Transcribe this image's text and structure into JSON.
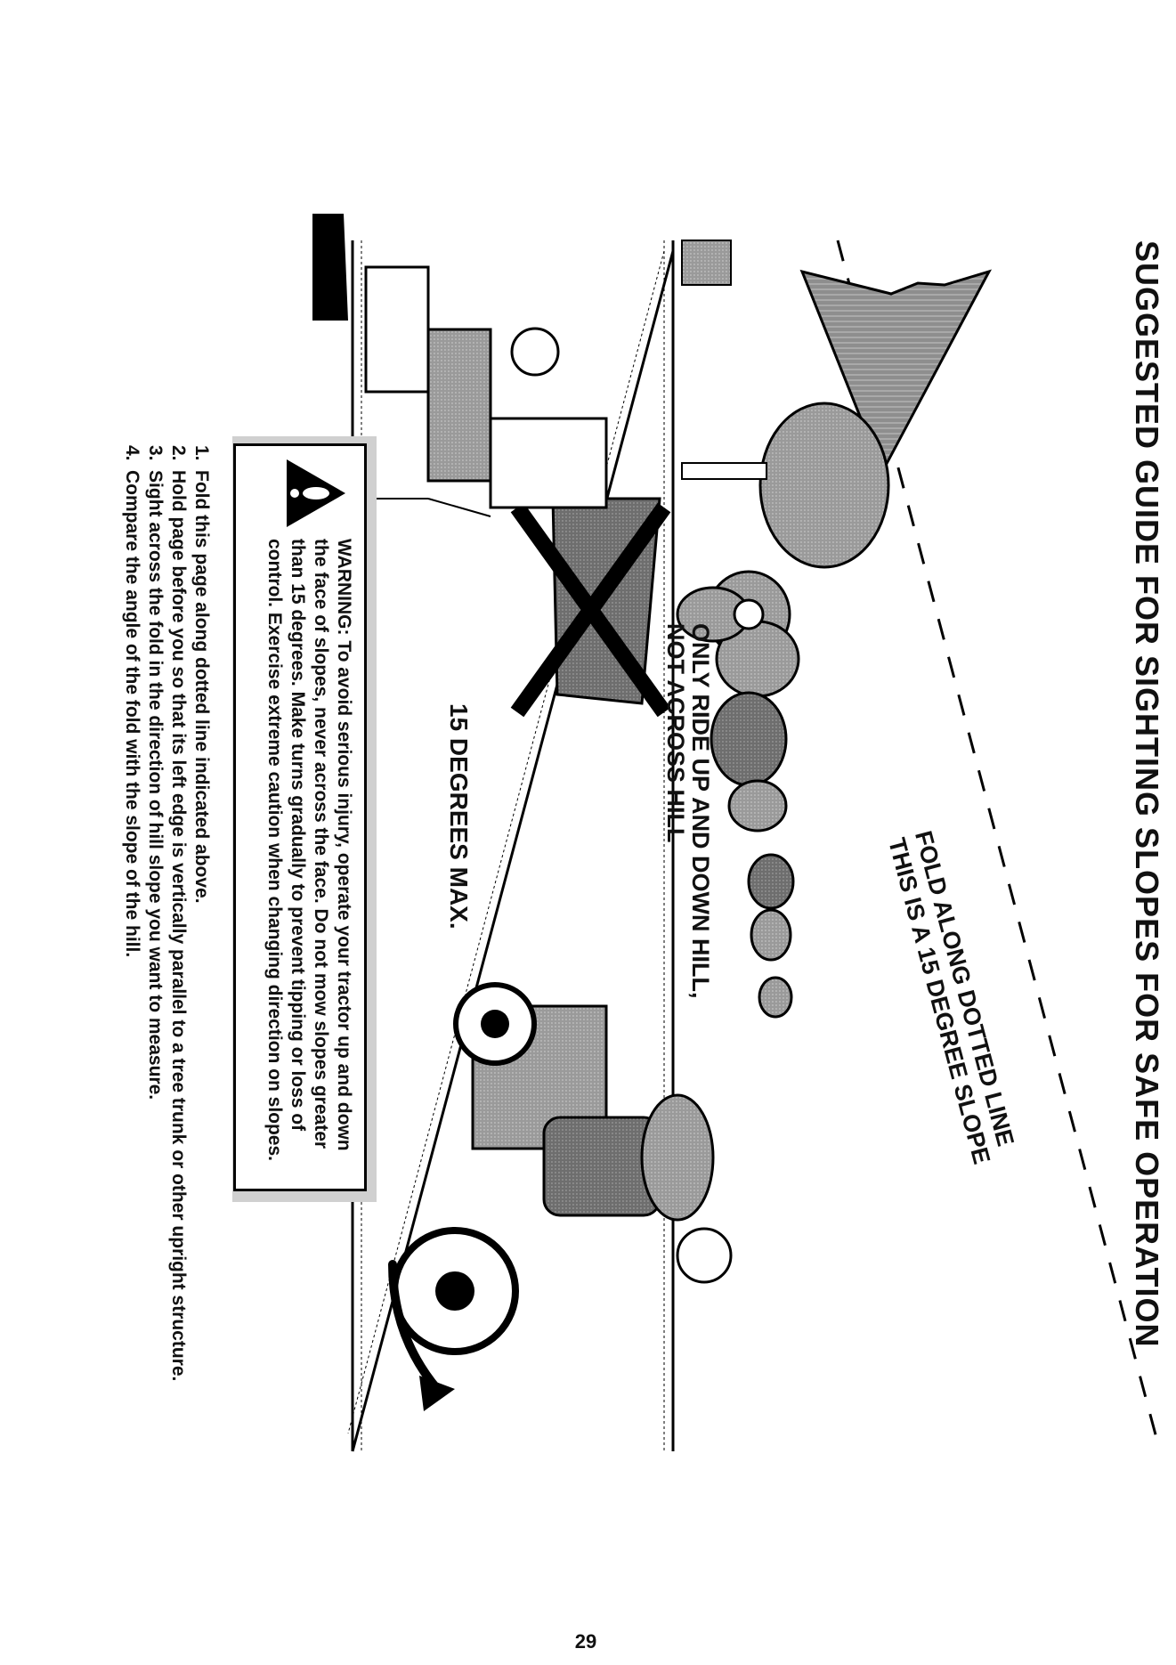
{
  "title": "SUGGESTED GUIDE FOR SIGHTING SLOPES FOR SAFE OPERATION",
  "fold_label": {
    "line1": "FOLD ALONG DOTTED LINE",
    "line2": "THIS IS A 15 DEGREE SLOPE"
  },
  "ride_instruction": {
    "line1": "ONLY RIDE UP AND DOWN HILL,",
    "line2": "NOT ACROSS HILL"
  },
  "angle_label": "15 DEGREES MAX.",
  "warning": {
    "text": "WARNING: To avoid serious injury, operate your tractor up and down the face of slopes, never across the face. Do not mow slopes greater than 15 degrees. Make turns gradually to prevent tipping or loss of control. Exercise extreme caution when changing direction on slopes."
  },
  "steps": [
    {
      "num": "1.",
      "text": "Fold this page along dotted line indicated above."
    },
    {
      "num": "2.",
      "text": "Hold page before you so that its left edge is vertically parallel to a tree trunk or other upright structure."
    },
    {
      "num": "3.",
      "text": "Sight across the fold in the direction of hill slope you want to measure."
    },
    {
      "num": "4.",
      "text": "Compare the angle of the fold with the slope of the hill."
    }
  ],
  "page_number": "29",
  "colors": {
    "ink": "#111111",
    "shade": "#8a8a8a",
    "light_shade": "#cfcfcf"
  }
}
